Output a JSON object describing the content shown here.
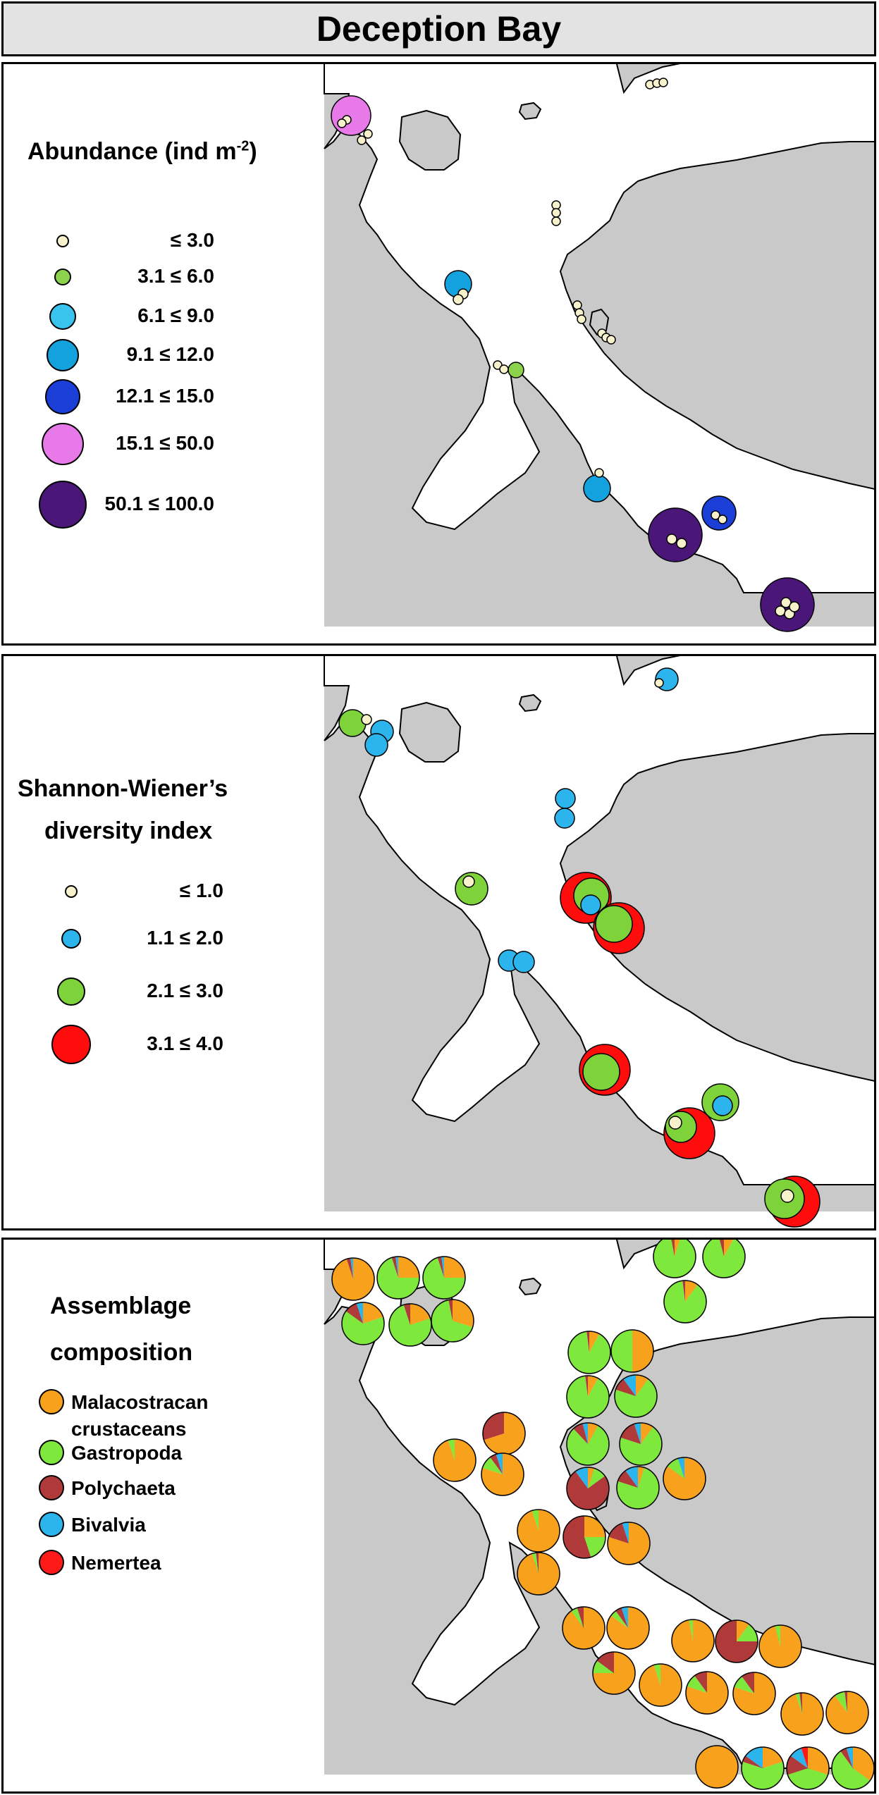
{
  "title": "Deception Bay",
  "abundance": {
    "title_main": "Abundance (ind m",
    "title_sup": "-2",
    "title_close": ")",
    "classes": [
      {
        "label": "≤ 3.0",
        "color": "#f7f2cc"
      },
      {
        "label": "3.1 ≤ 6.0",
        "color": "#8dd24c"
      },
      {
        "label": "6.1 ≤ 9.0",
        "color": "#38c4ec"
      },
      {
        "label": "9.1 ≤ 12.0",
        "color": "#14a2de"
      },
      {
        "label": "12.1 ≤ 15.0",
        "color": "#1b3fd6"
      },
      {
        "label": "15.1 ≤ 50.0",
        "color": "#e77ae8"
      },
      {
        "label": "50.1 ≤ 100.0",
        "color": "#4a1779"
      }
    ]
  },
  "diversity": {
    "title_line1": "Shannon-Wiener’s",
    "title_line2": "diversity index",
    "classes": [
      {
        "label": "≤ 1.0",
        "color": "#f7f2cc"
      },
      {
        "label": "1.1 ≤ 2.0",
        "color": "#2cb4ec"
      },
      {
        "label": "2.1 ≤ 3.0",
        "color": "#7ed23a"
      },
      {
        "label": "3.1 ≤ 4.0",
        "color": "#ff0d0d"
      }
    ]
  },
  "composition": {
    "title_line1": "Assemblage",
    "title_line2": "composition",
    "groups": [
      {
        "label_line1": "Malacostracan",
        "label_line2": "crustaceans",
        "color": "#f7a11c"
      },
      {
        "label_line1": "Gastropoda",
        "label_line2": "",
        "color": "#7ee83c"
      },
      {
        "label_line1": "Polychaeta",
        "label_line2": "",
        "color": "#b03a3a"
      },
      {
        "label_line1": "Bivalvia",
        "label_line2": "",
        "color": "#2cb4ec"
      },
      {
        "label_line1": "Nemertea",
        "label_line2": "",
        "color": "#ff1a1a"
      }
    ]
  },
  "map_colors": {
    "land": "#c9c9c9",
    "sea": "#ffffff",
    "coast": "#000000"
  }
}
